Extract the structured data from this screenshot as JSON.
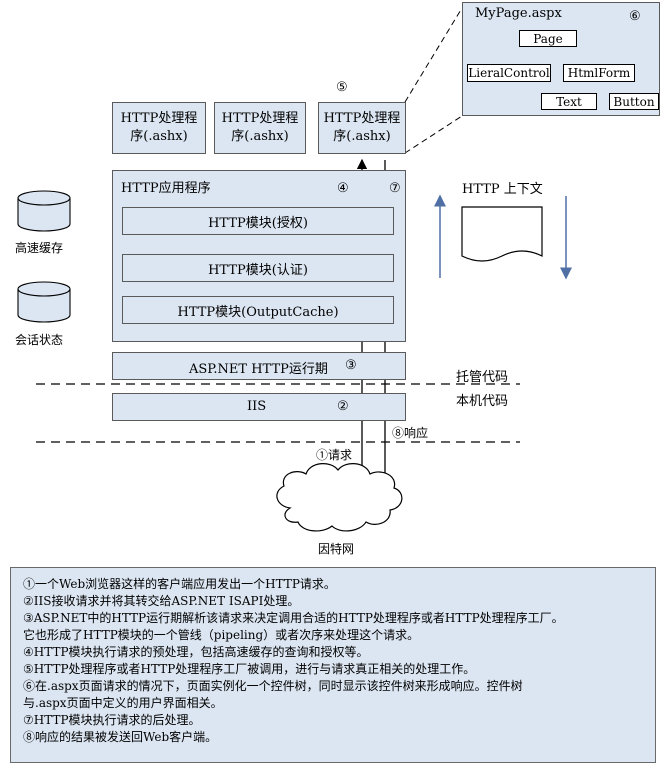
{
  "handlers": [
    {
      "label_line1": "HTTP处理程",
      "label_line2": "序(.ashx)"
    },
    {
      "label_line1": "HTTP处理程",
      "label_line2": "序(.ashx)"
    },
    {
      "label_line1": "HTTP处理程",
      "label_line2": "序(.ashx)",
      "marker": "⑤"
    }
  ],
  "app": {
    "title": "HTTP应用程序",
    "marker_left": "④",
    "marker_right": "⑦",
    "modules": [
      "HTTP模块(授权)",
      "HTTP模块(认证)",
      "HTTP模块(OutputCache)"
    ]
  },
  "runtime": {
    "label": "ASP.NET HTTP运行期",
    "marker": "③"
  },
  "iis": {
    "label": "IIS",
    "marker": "②"
  },
  "side": {
    "cache": "高速缓存",
    "session": "会话状态"
  },
  "context": {
    "label": "HTTP 上下文"
  },
  "layers": {
    "managed": "托管代码",
    "native": "本机代码"
  },
  "flow": {
    "request": "①请求",
    "response": "⑧响应",
    "internet": "因特网"
  },
  "page_tree": {
    "title": "MyPage.aspx",
    "marker": "⑥",
    "root": "Page",
    "children": [
      "LieralControl",
      "HtmlForm"
    ],
    "leaves": [
      "Text",
      "Button"
    ]
  },
  "notes": [
    "①一个Web浏览器这样的客户端应用发出一个HTTP请求。",
    "②IIS接收请求并将其转交给ASP.NET ISAPI处理。",
    "③ASP.NET中的HTTP运行期解析该请求来决定调用合适的HTTP处理程序或者HTTP处理程序工厂。",
    "它也形成了HTTP模块的一个管线（pipeling）或者次序来处理这个请求。",
    "④HTTP模块执行请求的预处理，包括高速缓存的查询和授权等。",
    "⑤HTTP处理程序或者HTTP处理程序工厂被调用，进行与请求真正相关的处理工作。",
    "⑥在.aspx页面请求的情况下，页面实例化一个控件树，同时显示该控件树来形成响应。控件树",
    "与.aspx页面中定义的用户界面相关。",
    "⑦HTTP模块执行请求的后处理。",
    "⑧响应的结果被发送回Web客户端。"
  ],
  "colors": {
    "box_fill": "#dce6f2",
    "arrow": "#4f6fa5",
    "line": "#000000"
  }
}
